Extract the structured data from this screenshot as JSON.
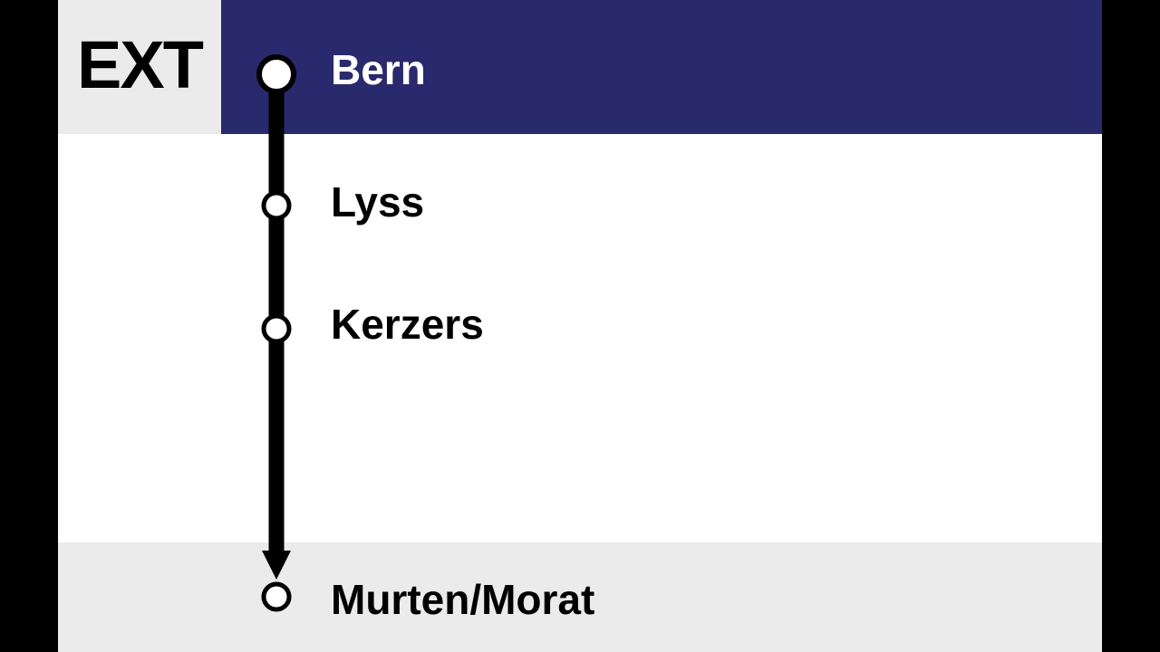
{
  "badge": {
    "label": "EXT"
  },
  "route": {
    "stops": [
      {
        "name": "Bern",
        "current": true
      },
      {
        "name": "Lyss",
        "current": false
      },
      {
        "name": "Kerzers",
        "current": false
      },
      {
        "name": "Murten/Morat",
        "current": false,
        "terminus": true
      }
    ]
  },
  "colors": {
    "header_band": "#29296d",
    "badge_background": "#ebebeb",
    "footer_band": "#ebebeb",
    "line": "#000000",
    "stop_fill": "#ffffff",
    "current_text": "#ffffff",
    "stop_text": "#000000"
  }
}
